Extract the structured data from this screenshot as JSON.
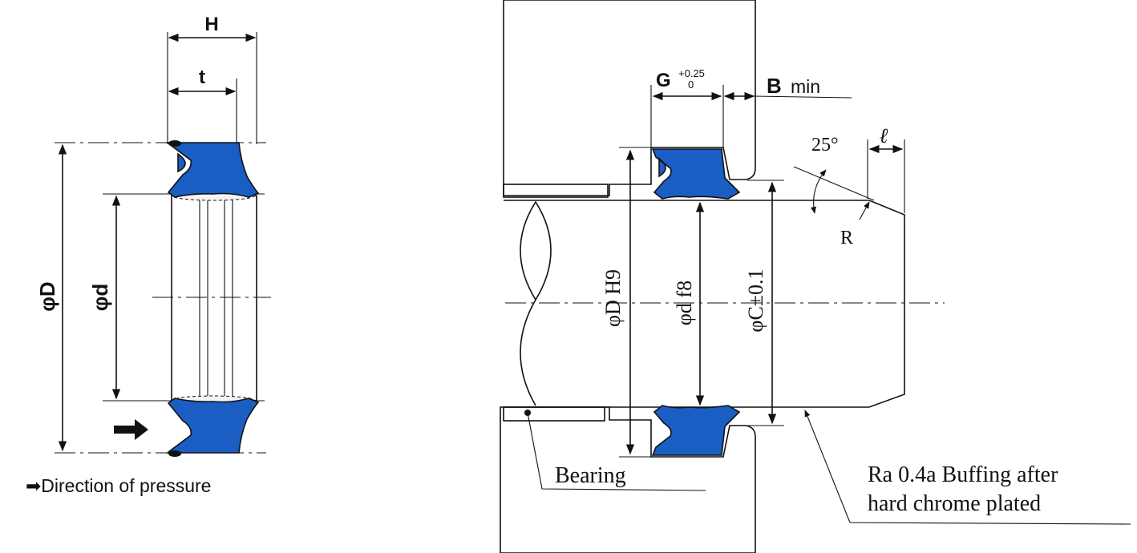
{
  "colors": {
    "seal": "#1a5ec4",
    "housing": "#d6d6d6",
    "rod": "#e8e8e8",
    "line": "#111111",
    "background": "#ffffff"
  },
  "left_view": {
    "dim_H": "H",
    "dim_t": "t",
    "dim_D": "φD",
    "dim_d": "φd",
    "pressure_arrow_icon": "right-arrow-icon",
    "legend": "➡Direction of pressure"
  },
  "right_view": {
    "groove_width": "G",
    "groove_tol_upper": "+0.25",
    "groove_tol_lower": "0",
    "b_min_letter": "B",
    "b_min_suffix": "min",
    "angle": "25°",
    "length_l": "ℓ",
    "radius": "R",
    "bore_label": "φD H9",
    "rod_label": "φd f8",
    "clearance_label": "φC±0.1",
    "bearing_label": "Bearing",
    "finish_line1": "Ra 0.4a Buffing after",
    "finish_line2": "hard chrome plated"
  }
}
